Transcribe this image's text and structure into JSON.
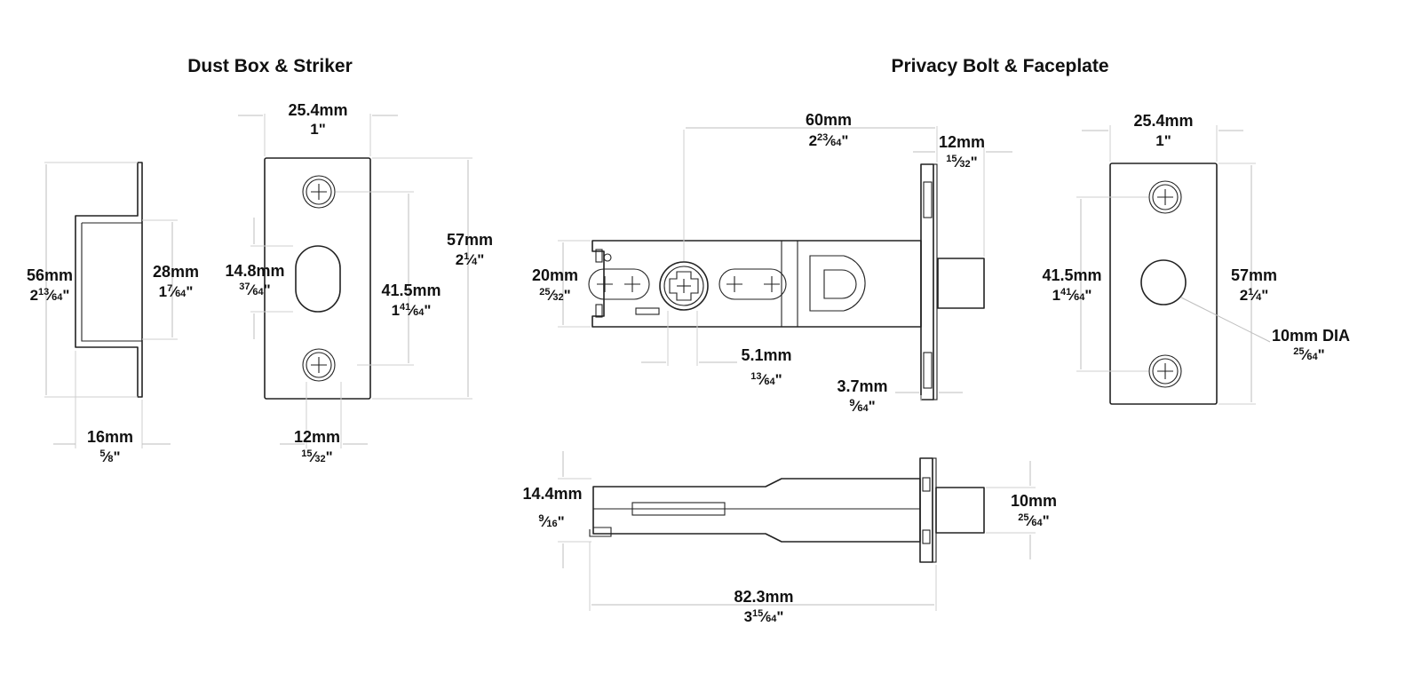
{
  "titles": {
    "left": "Dust Box & Striker",
    "right": "Privacy Bolt & Faceplate"
  },
  "dimensions": {
    "dustbox_height": {
      "mm": "56mm",
      "whole": "2",
      "num": "13",
      "den": "64",
      "mark": "\""
    },
    "dustbox_inner": {
      "mm": "28mm",
      "whole": "1",
      "num": "7",
      "den": "64",
      "mark": "\""
    },
    "dustbox_depth": {
      "mm": "16mm",
      "whole": "",
      "num": "5",
      "den": "8",
      "mark": "\""
    },
    "striker_width": {
      "mm": "25.4mm",
      "inch": "1\""
    },
    "striker_slot": {
      "mm": "14.8mm",
      "whole": "",
      "num": "37",
      "den": "64",
      "mark": "\""
    },
    "striker_holes": {
      "mm": "41.5mm",
      "whole": "1",
      "num": "41",
      "den": "64",
      "mark": "\""
    },
    "striker_height": {
      "mm": "57mm",
      "whole": "2",
      "num": "1",
      "den": "4",
      "mark": "\""
    },
    "striker_offset": {
      "mm": "12mm",
      "whole": "",
      "num": "15",
      "den": "32",
      "mark": "\""
    },
    "backset": {
      "mm": "60mm",
      "whole": "2",
      "num": "23",
      "den": "64",
      "mark": "\""
    },
    "bolt_throw": {
      "mm": "12mm",
      "whole": "",
      "num": "15",
      "den": "32",
      "mark": "\""
    },
    "case_height": {
      "mm": "20mm",
      "whole": "",
      "num": "25",
      "den": "32",
      "mark": "\""
    },
    "spindle_offset": {
      "mm": "5.1mm",
      "whole": "",
      "num": "13",
      "den": "64",
      "mark": "\""
    },
    "faceplate_thickness": {
      "mm": "3.7mm",
      "whole": "",
      "num": "9",
      "den": "64",
      "mark": "\""
    },
    "faceplate_width": {
      "mm": "25.4mm",
      "inch": "1\""
    },
    "faceplate_holes": {
      "mm": "41.5mm",
      "whole": "1",
      "num": "41",
      "den": "64",
      "mark": "\""
    },
    "faceplate_height": {
      "mm": "57mm",
      "whole": "2",
      "num": "1",
      "den": "4",
      "mark": "\""
    },
    "bolt_dia": {
      "mm": "10mm DIA",
      "whole": "",
      "num": "25",
      "den": "64",
      "mark": "\""
    },
    "case_thickness": {
      "mm": "14.4mm",
      "whole": "",
      "num": "9",
      "den": "16",
      "mark": "\""
    },
    "bolt_side": {
      "mm": "10mm",
      "whole": "",
      "num": "25",
      "den": "64",
      "mark": "\""
    },
    "overall_length": {
      "mm": "82.3mm",
      "whole": "3",
      "num": "15",
      "den": "64",
      "mark": "\""
    }
  }
}
